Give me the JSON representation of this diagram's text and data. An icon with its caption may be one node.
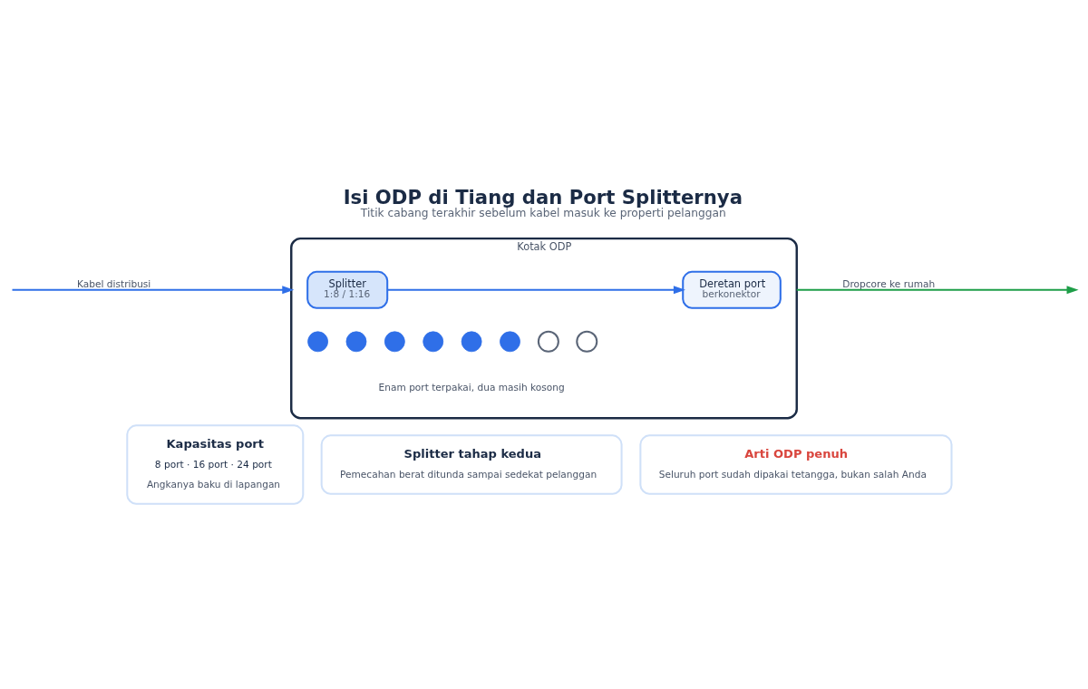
{
  "diagram": {
    "title": "Isi ODP di Tiang dan Port Splitternya",
    "caption": "Titik cabang terakhir sebelum kabel masuk ke properti pelanggan",
    "nodes": [
      {
        "text": [
          "Kotak ODP"
        ]
      },
      {
        "text": [
          "Splitter",
          "1:8 / 1:16"
        ],
        "in": 0
      },
      {
        "text": [
          "Deretan port",
          "berkonektor"
        ],
        "in": 0
      },
      {
        "text": [],
        "shape": "circle",
        "in": 0
      },
      {
        "text": [],
        "shape": "circle",
        "in": 0
      },
      {
        "text": [],
        "shape": "circle",
        "in": 0
      },
      {
        "text": [],
        "shape": "circle",
        "in": 0
      },
      {
        "text": [],
        "shape": "circle",
        "in": 0
      },
      {
        "text": [],
        "shape": "circle",
        "in": 0
      },
      {
        "text": [],
        "shape": "circle",
        "in": 0
      },
      {
        "text": [],
        "shape": "circle",
        "in": 0
      },
      {
        "text": [
          "Kapasitas port",
          "8 port · 16 port · 24 port",
          "Angkanya baku di lapangan"
        ]
      },
      {
        "text": [
          "Splitter tahap kedua",
          "Pemecahan berat ditunda sampai sedekat pelanggan"
        ]
      },
      {
        "text": [
          "Arti ODP penuh",
          "Seluruh port sudah dipakai tetangga, bukan salah Anda"
        ]
      }
    ],
    "edges": [
      {
        "from": null,
        "to": 0,
        "arrow": "to",
        "label": "Kabel distribusi"
      },
      {
        "from": 1,
        "to": 2,
        "arrow": "to"
      },
      {
        "from": 0,
        "to": null,
        "arrow": "to",
        "label": "Dropcore ke rumah",
        "color": "#1e9e48"
      }
    ],
    "labels": [
      "Enam port terpakai, dua masih kosong"
    ]
  }
}
